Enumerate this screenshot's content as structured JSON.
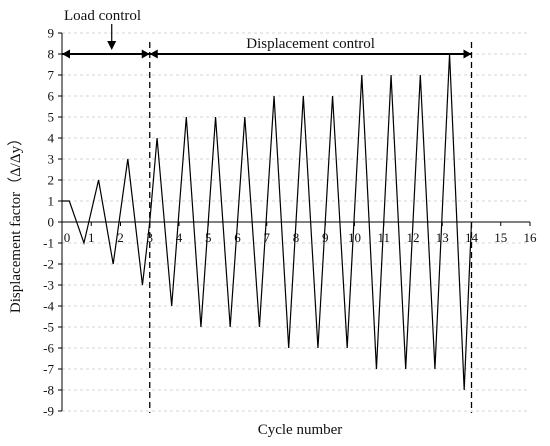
{
  "chart_data": {
    "type": "line",
    "title": "",
    "xlabel": "Cycle number",
    "ylabel": "Displacement factor（Δ/Δy）",
    "xlim": [
      0,
      16
    ],
    "ylim": [
      -9,
      9
    ],
    "x_ticks": [
      0,
      1,
      2,
      3,
      4,
      5,
      6,
      7,
      8,
      9,
      10,
      11,
      12,
      13,
      14,
      15,
      16
    ],
    "y_ticks": [
      -9,
      -8,
      -7,
      -6,
      -5,
      -4,
      -3,
      -2,
      -1,
      0,
      1,
      2,
      3,
      4,
      5,
      6,
      7,
      8,
      9
    ],
    "grid": "horizontal-dashed",
    "series": [
      {
        "x": [
          0,
          0.25,
          0.75,
          1.25,
          1.75,
          2.25,
          2.75,
          3.0,
          3.25,
          3.75,
          4.25,
          4.75,
          5.25,
          5.75,
          6.25,
          6.75,
          7.25,
          7.75,
          8.25,
          8.75,
          9.25,
          9.75,
          10.25,
          10.75,
          11.25,
          11.75,
          12.25,
          12.75,
          13.25,
          13.75,
          14.0
        ],
        "y": [
          1,
          1,
          -1,
          2,
          -2,
          3,
          -3,
          0,
          4,
          -4,
          5,
          -5,
          5,
          -5,
          5,
          -5,
          6,
          -6,
          6,
          -6,
          6,
          -6,
          7,
          -7,
          7,
          -7,
          7,
          -7,
          8,
          -8,
          0
        ]
      }
    ],
    "annotations": {
      "load_control": {
        "label": "Load control",
        "x_start": 0,
        "x_end": 3,
        "y": 8,
        "pointer_x": 1.7
      },
      "displacement_control": {
        "label": "Displacement control",
        "x_start": 3,
        "x_end": 14,
        "y": 8
      },
      "dividers": [
        3,
        14
      ]
    }
  }
}
